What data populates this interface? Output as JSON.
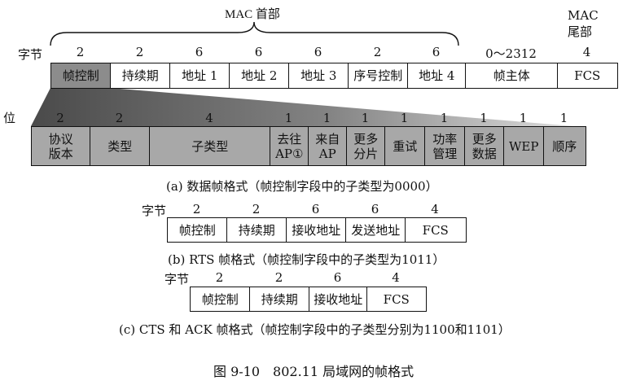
{
  "mac_header": {
    "label": "MAC 首部"
  },
  "mac_trailer": {
    "label_top": "MAC",
    "label_bottom": "尾部"
  },
  "main": {
    "bytes_label": "字节",
    "byte_counts": [
      "2",
      "2",
      "6",
      "6",
      "6",
      "2",
      "6",
      "0～2312",
      "4"
    ],
    "fields": [
      "帧控制",
      "持续期",
      "地址 1",
      "地址 2",
      "地址 3",
      "序号控制",
      "地址 4",
      "帧主体",
      "FCS"
    ]
  },
  "frame_control": {
    "bits_label": "位",
    "bit_counts": [
      "2",
      "2",
      "4",
      "1",
      "1",
      "1",
      "1",
      "1",
      "1",
      "1",
      "1"
    ],
    "fields": [
      {
        "l1": "协议",
        "l2": "版本"
      },
      {
        "l1": "类型",
        "l2": ""
      },
      {
        "l1": "子类型",
        "l2": ""
      },
      {
        "l1": "去往",
        "l2": "AP①"
      },
      {
        "l1": "来自",
        "l2": "AP"
      },
      {
        "l1": "更多",
        "l2": "分片"
      },
      {
        "l1": "重试",
        "l2": ""
      },
      {
        "l1": "功率",
        "l2": "管理"
      },
      {
        "l1": "更多",
        "l2": "数据"
      },
      {
        "l1": "WEP",
        "l2": ""
      },
      {
        "l1": "顺序",
        "l2": ""
      }
    ],
    "caption": "(a) 数据帧格式（帧控制字段中的子类型为0000）"
  },
  "rts": {
    "bytes_label": "字节",
    "byte_counts": [
      "2",
      "2",
      "6",
      "6",
      "4"
    ],
    "fields": [
      "帧控制",
      "持续期",
      "接收地址",
      "发送地址",
      "FCS"
    ],
    "caption": "(b) RTS 帧格式（帧控制字段中的子类型为1011）"
  },
  "cts": {
    "bytes_label": "字节",
    "byte_counts": [
      "2",
      "2",
      "6",
      "4"
    ],
    "fields": [
      "帧控制",
      "持续期",
      "接收地址",
      "FCS"
    ],
    "caption": "(c) CTS 和 ACK 帧格式（帧控制字段中的子类型分别为1100和1101）"
  },
  "figure_caption": "图 9-10　802.11 局域网的帧格式"
}
